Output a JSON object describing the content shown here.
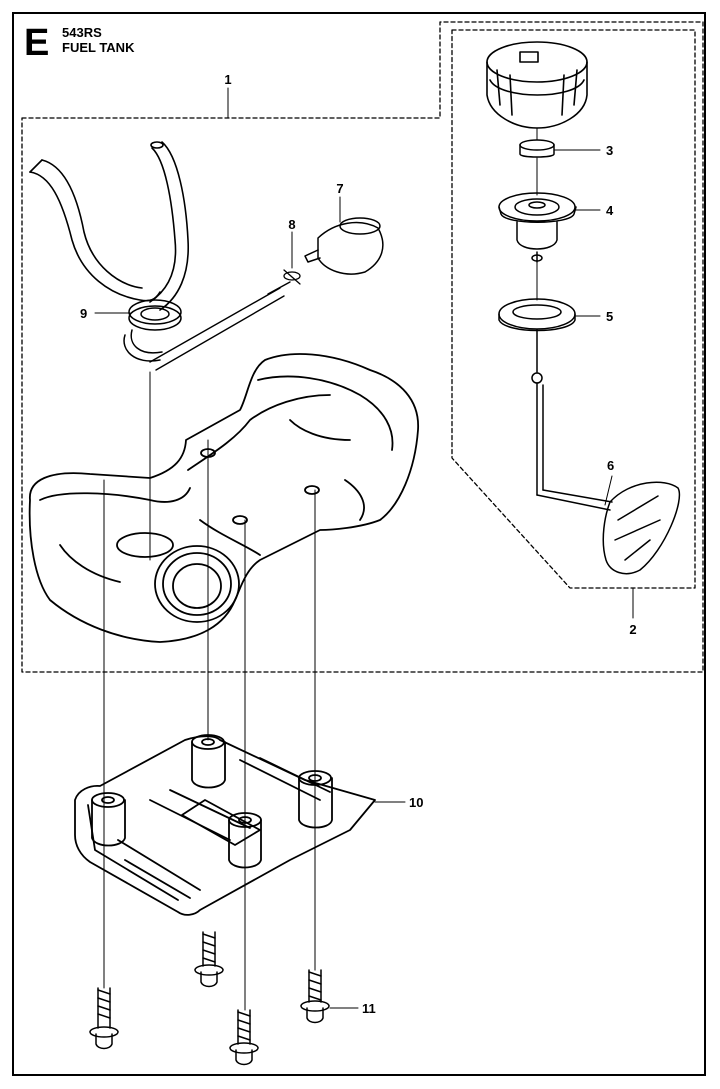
{
  "header": {
    "section_letter": "E",
    "model": "543RS",
    "title": "FUEL TANK"
  },
  "callouts": {
    "c1": "1",
    "c2": "2",
    "c3": "3",
    "c4": "4",
    "c5": "5",
    "c6": "6",
    "c7": "7",
    "c8": "8",
    "c9": "9",
    "c10": "10",
    "c11": "11"
  }
}
